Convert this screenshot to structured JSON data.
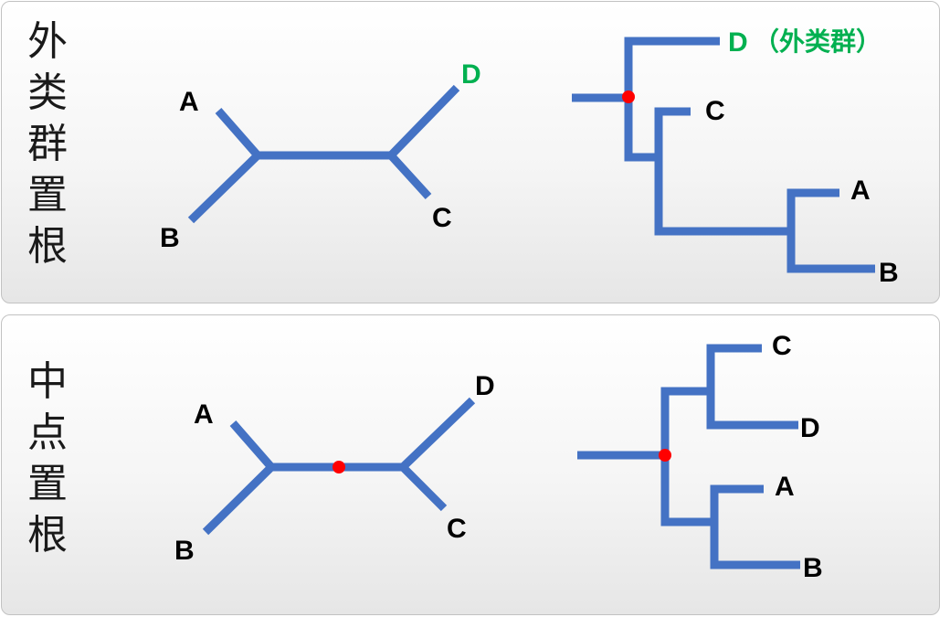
{
  "top_panel": {
    "title_chars": [
      "外",
      "类",
      "群",
      "置",
      "根"
    ],
    "unrooted": {
      "A": "A",
      "B": "B",
      "C": "C",
      "D": "D"
    },
    "rooted": {
      "A": "A",
      "B": "B",
      "C": "C",
      "D": "D",
      "outgroup_note": "（外类群）"
    }
  },
  "bottom_panel": {
    "title_chars": [
      "中",
      "点",
      "置",
      "根"
    ],
    "unrooted": {
      "A": "A",
      "B": "B",
      "C": "C",
      "D": "D"
    },
    "rooted": {
      "A": "A",
      "B": "B",
      "C": "C",
      "D": "D"
    }
  },
  "colors": {
    "branch": "#4472c4",
    "root_point": "#ff0000",
    "outgroup": "#00b050",
    "text": "#000000"
  }
}
